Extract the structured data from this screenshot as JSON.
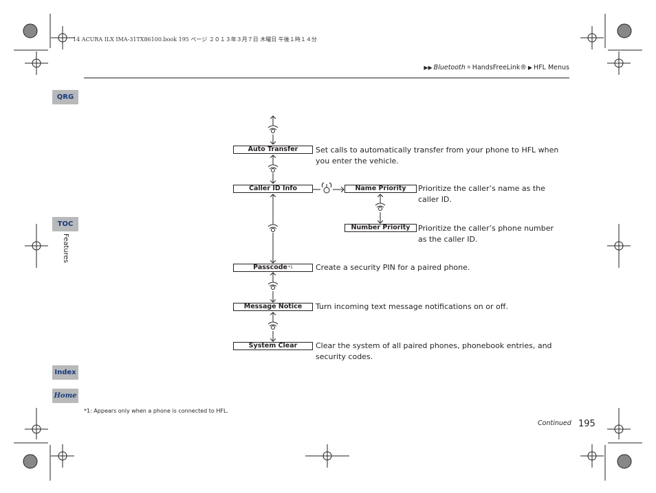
{
  "print_header": "14 ACURA ILX IMA-31TX86100.book  195 ページ  ２０１３年３月７日  木曜日  午後１時１４分",
  "breadcrumb": {
    "part1": "Bluetooth",
    "part1_reg": "®",
    "part2": " HandsFreeLink®",
    "part3": "HFL Menus"
  },
  "side_tabs": {
    "qrg": "QRG",
    "toc": "TOC",
    "section": "Features",
    "index": "Index",
    "home": "Home"
  },
  "menu": {
    "auto_transfer": {
      "label": "Auto Transfer",
      "description": "Set calls to automatically transfer from your phone to HFL when you enter the vehicle."
    },
    "caller_id": {
      "label": "Caller ID Info"
    },
    "name_priority": {
      "label": "Name Priority",
      "description": "Prioritize the caller’s name as the caller ID."
    },
    "number_priority": {
      "label": "Number Priority",
      "description": "Prioritize the caller’s phone number as the caller ID."
    },
    "passcode": {
      "label": "Passcode",
      "note_mark": "*1",
      "description": "Create a security PIN for a paired phone."
    },
    "message_notice": {
      "label": "Message Notice",
      "description": "Turn incoming text message notifications on or off."
    },
    "system_clear": {
      "label": "System Clear",
      "description": "Clear the system of all paired phones, phonebook entries, and security codes."
    }
  },
  "footnote": "*1: Appears only when a phone is connected to HFL.",
  "continued": "Continued",
  "page_number": "195",
  "colors": {
    "tab_bg": "#b7b9bb",
    "tab_text": "#1a3a7a",
    "ink": "#231f20"
  }
}
